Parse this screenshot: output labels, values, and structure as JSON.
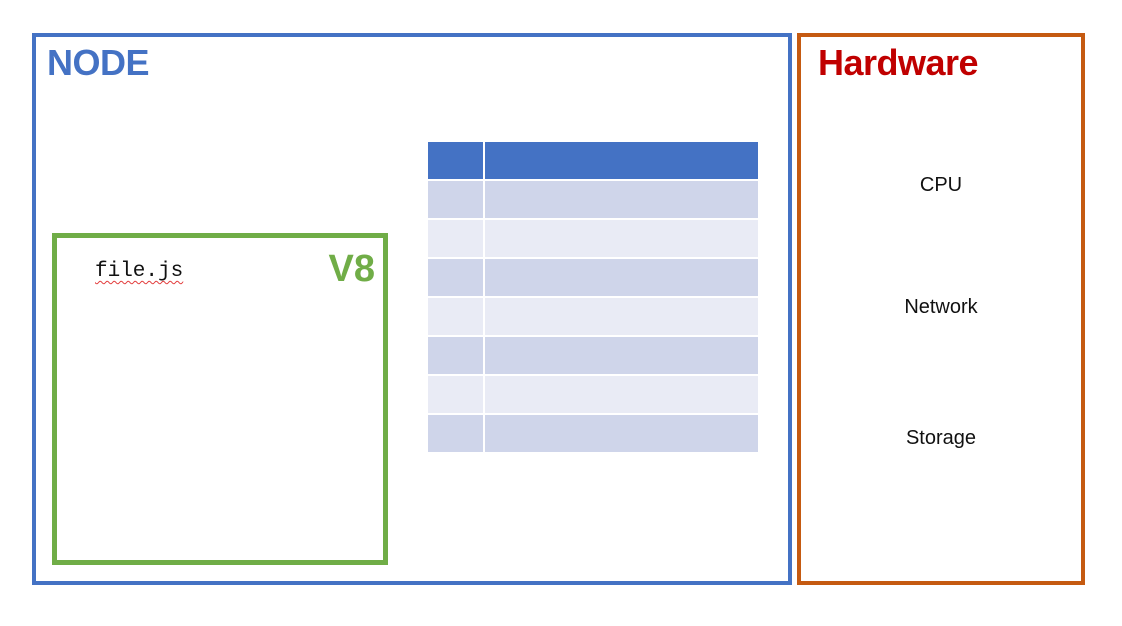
{
  "node": {
    "title": "NODE",
    "v8": {
      "title": "V8",
      "file": "file.js"
    },
    "stack_table": {
      "rows": 8
    }
  },
  "hardware": {
    "title": "Hardware",
    "items": [
      "CPU",
      "Network",
      "Storage"
    ]
  },
  "colors": {
    "node": "#4472c4",
    "v8": "#70ad47",
    "hardware_border": "#c55a11",
    "hardware_title": "#c00000",
    "table_header": "#4472c4",
    "table_dark": "#cfd5ea",
    "table_light": "#e9ebf5"
  }
}
